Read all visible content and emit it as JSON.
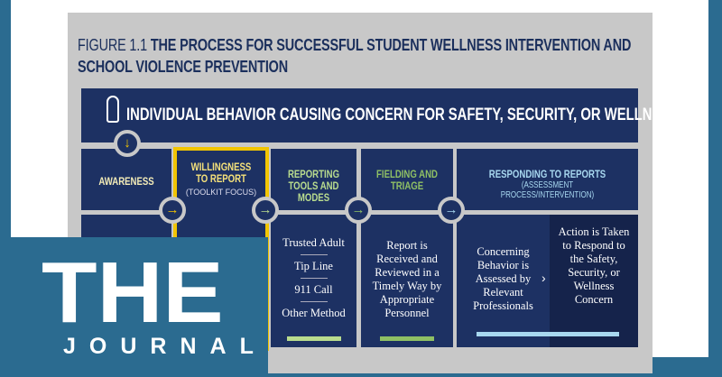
{
  "figure": {
    "label": "FIGURE 1.1",
    "title": "THE PROCESS FOR SUCCESSFUL STUDENT WELLNESS INTERVENTION AND SCHOOL VIOLENCE PREVENTION"
  },
  "banner": "INDIVIDUAL BEHAVIOR CAUSING CONCERN FOR SAFETY, SECURITY, OR WELLNESS",
  "columns": [
    {
      "title": "AWARENESS",
      "color": "#f4ecb8"
    },
    {
      "title": "WILLINGNESS TO REPORT",
      "subtitle": "(TOOLKIT FOCUS)",
      "color": "#f6e27a"
    },
    {
      "title": "REPORTING TOOLS AND MODES",
      "items": [
        "Trusted Adult",
        "Tip Line",
        "911 Call",
        "Other Method"
      ],
      "color": "#b9dc8e"
    },
    {
      "title": "FIELDING AND TRIAGE",
      "body": "Report is Received and Reviewed in a Timely Way by Appropriate Personnel",
      "color": "#8fc064"
    },
    {
      "title": "RESPONDING TO REPORTS",
      "subtitle": "(ASSESSMENT PROCESS/INTERVENTION)",
      "body_left": "Concerning Behavior is Assessed by Relevant Professionals",
      "body_right": "Action is Taken to Respond to the Safety, Security, or Wellness Concern",
      "color": "#a8d8f0"
    }
  ],
  "logo": {
    "the": "THE",
    "journal": "JOURNAL"
  }
}
